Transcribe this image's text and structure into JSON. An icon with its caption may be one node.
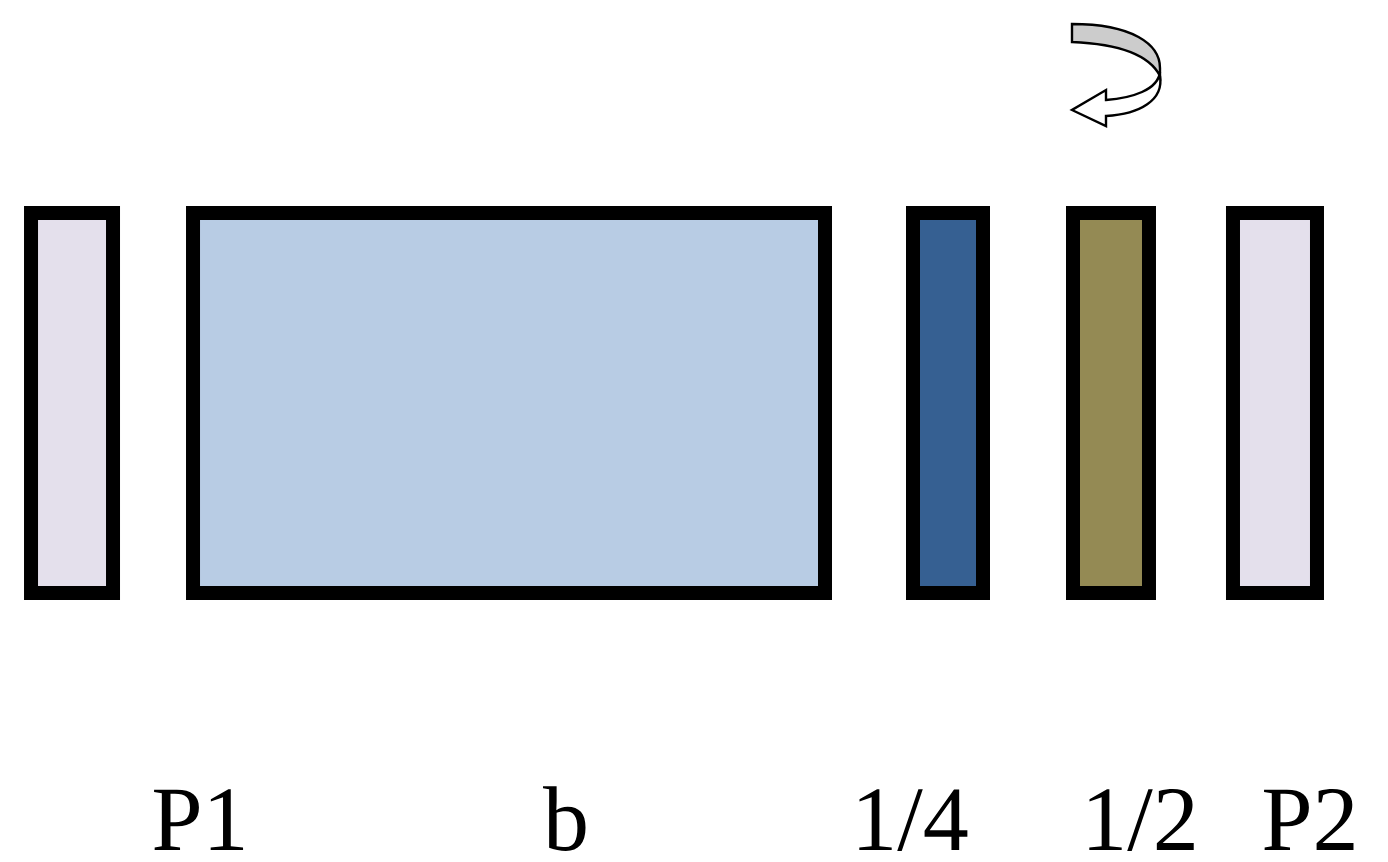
{
  "diagram": {
    "nodes": [
      {
        "text": [],
        "shape": "box",
        "beside": [
          "P1"
        ]
      },
      {
        "text": [],
        "shape": "box",
        "beside": [
          "b"
        ]
      },
      {
        "text": [],
        "shape": "box",
        "beside": [
          "1/4"
        ]
      },
      {
        "text": [],
        "shape": "box",
        "beside": [
          "1/2"
        ]
      },
      {
        "text": [],
        "shape": "box",
        "beside": [
          "P2"
        ]
      }
    ]
  }
}
